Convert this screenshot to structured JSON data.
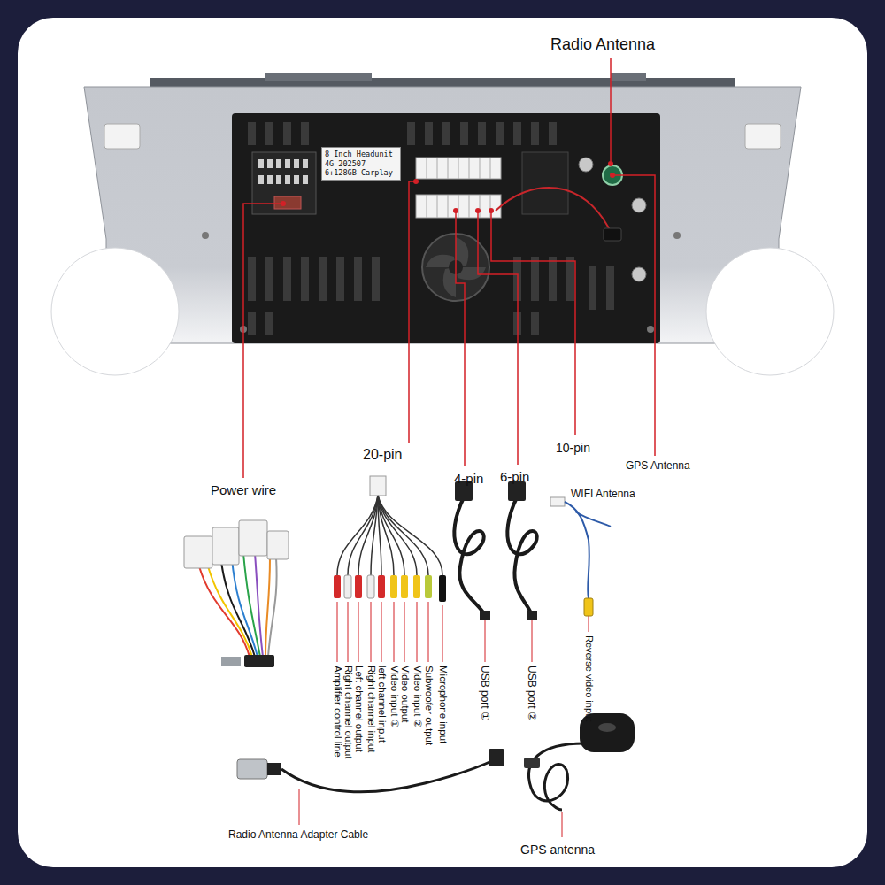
{
  "diagram": {
    "nodes": [
      {
        "text": [
          "8 Inch Headunit 4G 202507 6+128GB Carplay"
        ]
      }
    ],
    "labels": [
      "Radio Antenna",
      "Power wire",
      "20-pin",
      "4-pin",
      "6-pin",
      "10-pin",
      "GPS Antenna",
      "WIFI Antenna",
      "Amplifier control line",
      "Right channel output",
      "Left channel output",
      "Right channel input",
      "left channel input",
      "Video input ①",
      "Video output",
      "Video input ②",
      "Subwoofer output",
      "Microphone input",
      "USB port ①",
      "USB port ②",
      "Reverse video input",
      "Radio Antenna Adapter Cable",
      "GPS antenna"
    ]
  }
}
